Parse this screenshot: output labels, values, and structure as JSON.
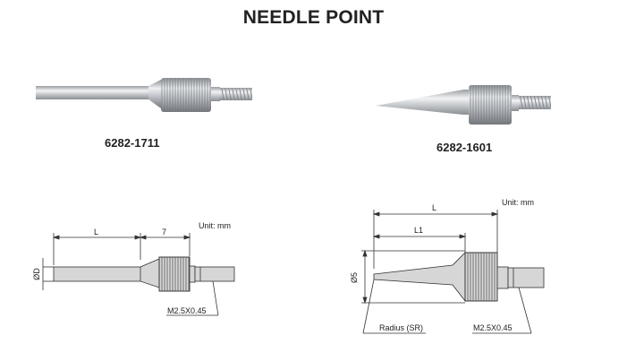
{
  "title": "NEEDLE POINT",
  "products": [
    {
      "code": "6282-1711"
    },
    {
      "code": "6282-1601"
    }
  ],
  "drawings": {
    "left": {
      "unit": "Unit: mm",
      "dim_length": "L",
      "dim_thread_length": "7",
      "dim_diameter": "ØD",
      "thread": "M2.5X0.45"
    },
    "right": {
      "unit": "Unit: mm",
      "dim_total_length": "L",
      "dim_tip_length": "L1",
      "dim_diameter": "Ø5",
      "radius": "Radius (SR)",
      "thread": "M2.5X0.45"
    }
  }
}
